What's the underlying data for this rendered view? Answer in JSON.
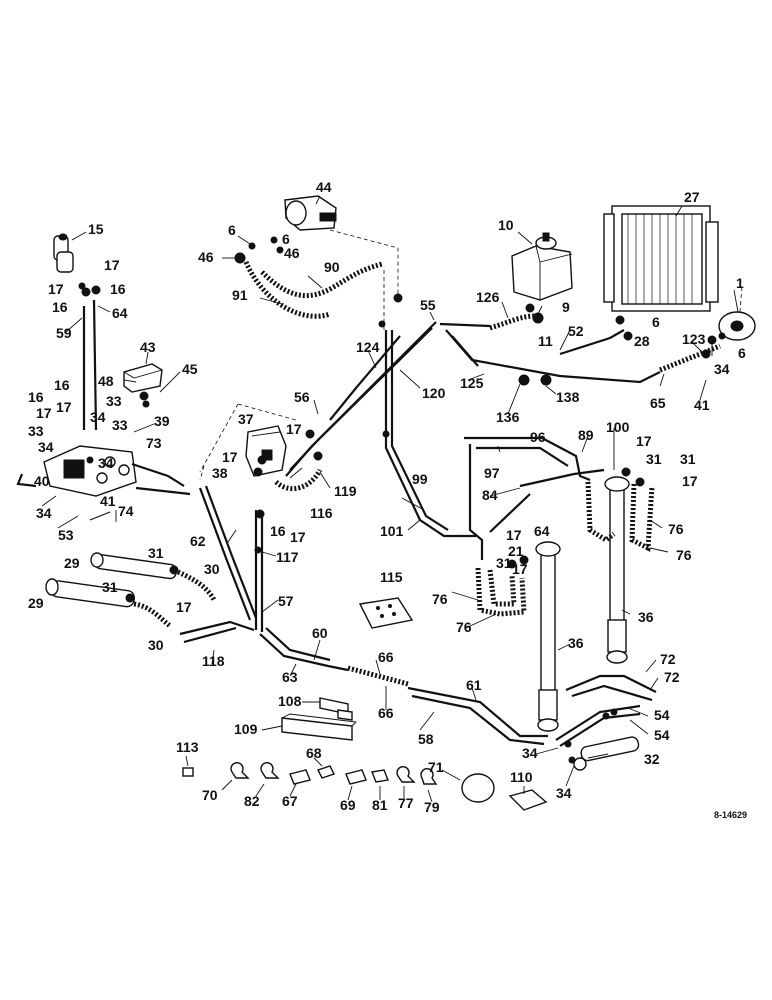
{
  "callouts": {
    "c1": "1",
    "c6a": "6",
    "c6b": "6",
    "c6c": "6",
    "c6d": "6",
    "c9": "9",
    "c10": "10",
    "c11": "11",
    "c15": "15",
    "c16a": "16",
    "c16b": "16",
    "c16c": "16",
    "c16d": "16",
    "c16e": "16",
    "c17a": "17",
    "c17b": "17",
    "c17c": "17",
    "c17d": "17",
    "c17e": "17",
    "c17f": "17",
    "c17g": "17",
    "c17h": "17",
    "c17i": "17",
    "c17j": "17",
    "c17k": "17",
    "c17l": "17",
    "c21": "21",
    "c27": "27",
    "c28": "28",
    "c29a": "29",
    "c29b": "29",
    "c30a": "30",
    "c30b": "30",
    "c31a": "31",
    "c31b": "31",
    "c31c": "31",
    "c31d": "31",
    "c31e": "31",
    "c32": "32",
    "c33a": "33",
    "c33b": "33",
    "c33c": "33",
    "c34a": "34",
    "c34b": "34",
    "c34c": "34",
    "c34d": "34",
    "c34e": "34",
    "c34f": "34",
    "c36a": "36",
    "c36b": "36",
    "c37": "37",
    "c38": "38",
    "c39": "39",
    "c40": "40",
    "c41a": "41",
    "c41b": "41",
    "c43": "43",
    "c44": "44",
    "c45": "45",
    "c46a": "46",
    "c46b": "46",
    "c48": "48",
    "c52": "52",
    "c53": "53",
    "c54a": "54",
    "c54b": "54",
    "c55": "55",
    "c56": "56",
    "c57": "57",
    "c58": "58",
    "c59": "59",
    "c60": "60",
    "c61": "61",
    "c62": "62",
    "c63": "63",
    "c64a": "64",
    "c64b": "64",
    "c65": "65",
    "c66a": "66",
    "c66b": "66",
    "c67": "67",
    "c68": "68",
    "c69": "69",
    "c70": "70",
    "c71": "71",
    "c72a": "72",
    "c72b": "72",
    "c73": "73",
    "c74": "74",
    "c76a": "76",
    "c76b": "76",
    "c76c": "76",
    "c76d": "76",
    "c77": "77",
    "c79": "79",
    "c81": "81",
    "c82": "82",
    "c84": "84",
    "c89": "89",
    "c90": "90",
    "c91": "91",
    "c96": "96",
    "c97": "97",
    "c99": "99",
    "c100": "100",
    "c101": "101",
    "c108": "108",
    "c109": "109",
    "c110": "110",
    "c113": "113",
    "c115": "115",
    "c116": "116",
    "c117": "117",
    "c118": "118",
    "c119": "119",
    "c120": "120",
    "c123": "123",
    "c124": "124",
    "c125": "125",
    "c126": "126",
    "c136": "136",
    "c138": "138"
  },
  "drawing_number": "8-14629"
}
